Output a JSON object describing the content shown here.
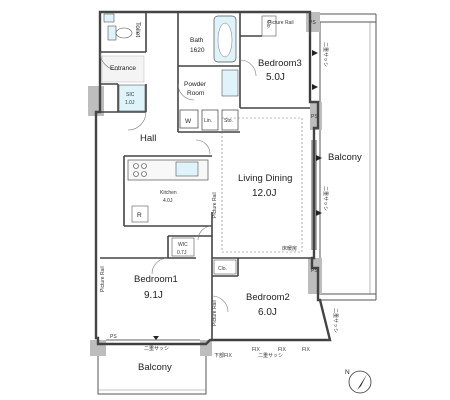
{
  "rooms": {
    "toilet": "Toilet",
    "entrance": "Entrance",
    "sic": "SIC",
    "sic_area": "1.0J",
    "bath": "Bath",
    "bath_size": "1620",
    "powder_room_1": "Powder",
    "powder_room_2": "Room",
    "washer": "W",
    "linen": "Lin.",
    "storage": "Sto.",
    "bedroom3": "Bedroom3",
    "bedroom3_area": "5.0J",
    "hall": "Hall",
    "kitchen": "Kitchen",
    "kitchen_area": "4.0J",
    "refrigerator": "R",
    "living_dining": "Living Dining",
    "living_dining_area": "12.0J",
    "balcony_east": "Balcony",
    "wic": "WIC",
    "wic_area": "0.7J",
    "closet_bed2": "Clo.",
    "closet_bed3": "Clo.",
    "bedroom1": "Bedroom1",
    "bedroom1_area": "9.1J",
    "bedroom2": "Bedroom2",
    "bedroom2_area": "6.0J",
    "balcony_south": "Balcony"
  },
  "annotations": {
    "picture_rail": "Picture Rail",
    "ps": "PS",
    "double_sash": "二重サッシ",
    "fix": "FIX",
    "lower_fix": "下部FIX",
    "floor_heating": "床暖房"
  },
  "compass": {
    "label": "N"
  }
}
